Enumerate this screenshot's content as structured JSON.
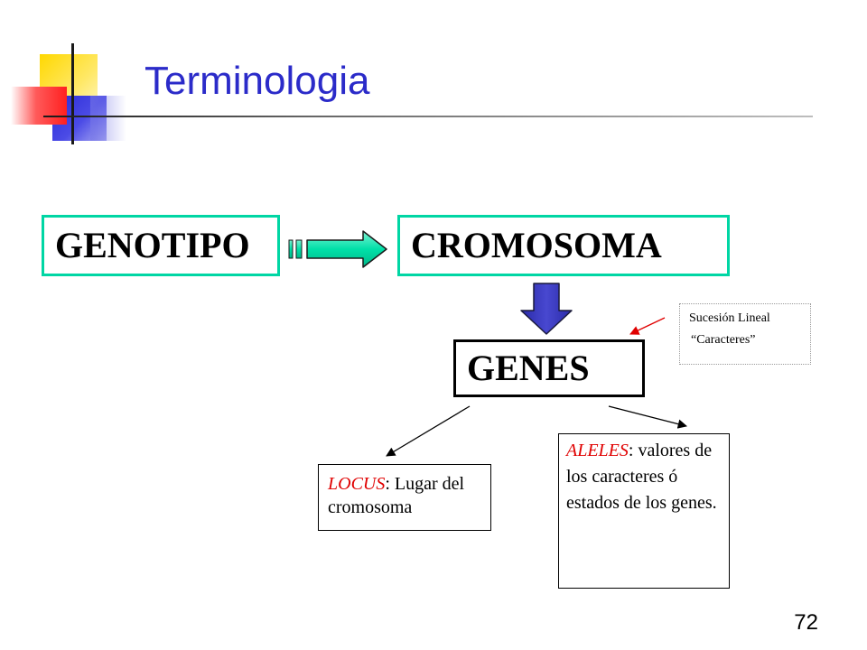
{
  "title": "Terminologia",
  "page_number": "72",
  "nodes": {
    "genotipo": "GENOTIPO",
    "cromosoma": "CROMOSOMA",
    "genes": "GENES",
    "locus": {
      "label": "LOCUS",
      "text": ": Lugar del cromosoma"
    },
    "aleles": {
      "label": "ALELES",
      "text": ": valores de los caracteres ó estados de los genes."
    }
  },
  "note": {
    "line1": "Sucesión Lineal",
    "line2": "“Caracteres”"
  },
  "colors": {
    "title": "#2b2bc9",
    "box_border": "#00d6a4",
    "arrow_fill": "#00e0a8",
    "down_arrow": "#3a3ab8",
    "emphasis": "#e00000"
  }
}
